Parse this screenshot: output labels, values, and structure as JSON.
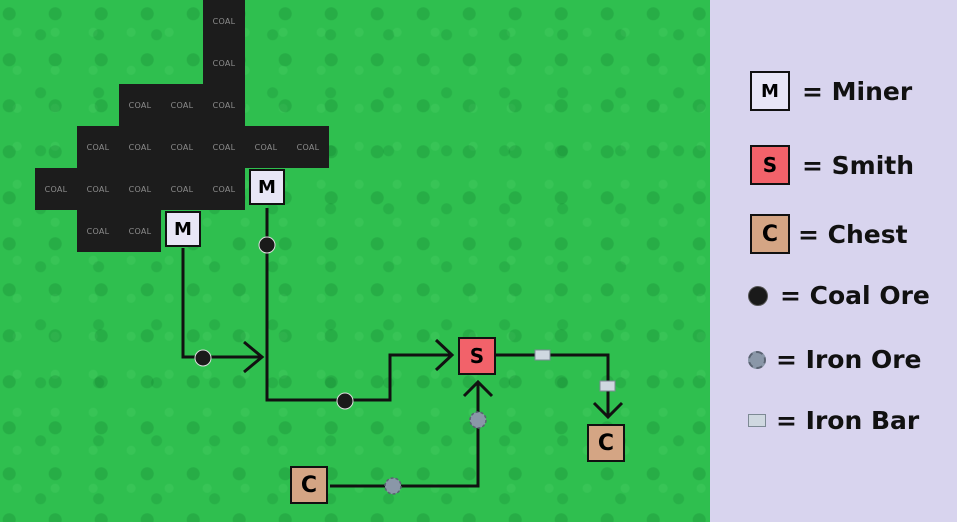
{
  "tile_label": "COAL",
  "buildings": {
    "miner_letter": "M",
    "smith_letter": "S",
    "chest_letter": "C"
  },
  "legend": {
    "miner": "= Miner",
    "smith": "= Smith",
    "chest": "= Chest",
    "coal_ore": "= Coal Ore",
    "iron_ore": "= Iron Ore",
    "iron_bar": "= Iron Bar"
  },
  "colors": {
    "grass": "#2fbf4f",
    "coal_tile": "#1c1c1c",
    "miner": "#e8e6f6",
    "smith": "#f2626a",
    "chest": "#d4a584",
    "belt": "#111111",
    "coal_ore": "#1a1a1a",
    "iron_ore": "#8a97a8",
    "iron_bar": "#cfd8e0",
    "legend_bg": "#d8d4ee"
  },
  "icons": {
    "coal_ore": "coal-ore-icon",
    "iron_ore": "iron-ore-icon",
    "iron_bar": "iron-bar-icon"
  }
}
